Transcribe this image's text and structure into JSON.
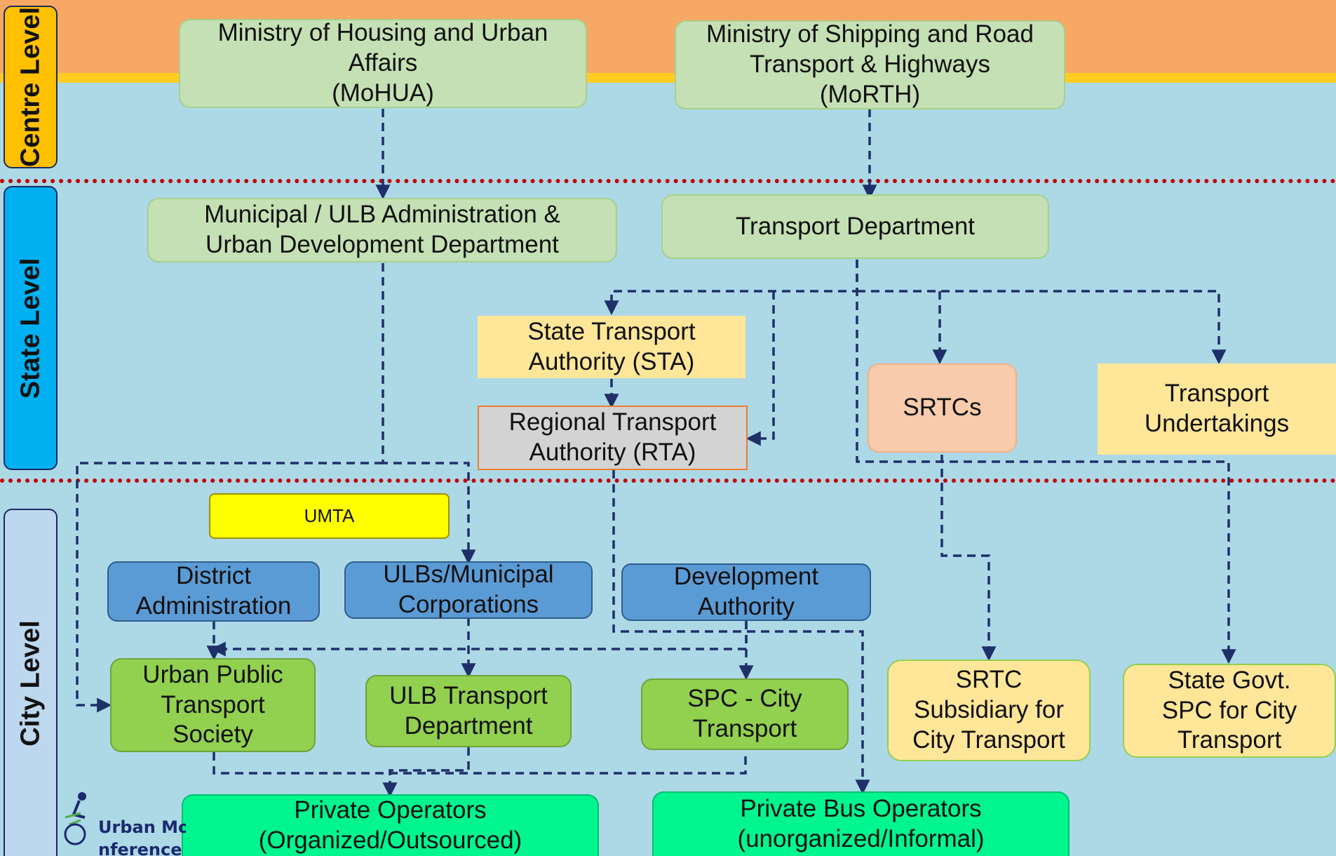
{
  "levels": {
    "centre": "Centre Level",
    "state": "State Level",
    "city": "City Level"
  },
  "nodes": {
    "mohua": "Ministry of Housing and Urban\nAffairs\n(MoHUA)",
    "morth": "Ministry of Shipping and Road\nTransport & Highways\n(MoRTH)",
    "ulb_admin": "Municipal / ULB Administration &\nUrban Development Department",
    "transport_dept": "Transport Department",
    "sta": "State Transport\nAuthority (STA)",
    "rta": "Regional  Transport\nAuthority (RTA)",
    "srtcs": "SRTCs",
    "transport_undertakings": "Transport\nUndertakings",
    "umta": "UMTA",
    "district_admin": "District\nAdministration",
    "ulbs": "ULBs/Municipal\nCorporations",
    "dev_authority": "Development\nAuthority",
    "upts": "Urban Public\nTransport\nSociety",
    "ulb_transport": "ULB Transport\nDepartment",
    "spc_city": "SPC  - City\nTransport",
    "srtc_subsidiary": "SRTC\nSubsidiary for\nCity Transport",
    "state_spc": "State Govt.\nSPC for City\nTransport",
    "private_organized": "Private  Operators\n(Organized/Outsourced)",
    "private_bus": "Private Bus Operators\n(unorganized/Informal)"
  },
  "logo": {
    "line1": "Urban Mobi",
    "line2": "nference & Ex"
  },
  "colors": {
    "centre_band": "#f7a864",
    "body_background": "#add8e6",
    "separator": "#c00000",
    "connector": "#1f3068",
    "centre_label": "#ffc000",
    "state_label": "#00b0f0",
    "city_label": "#bdd7ee"
  }
}
